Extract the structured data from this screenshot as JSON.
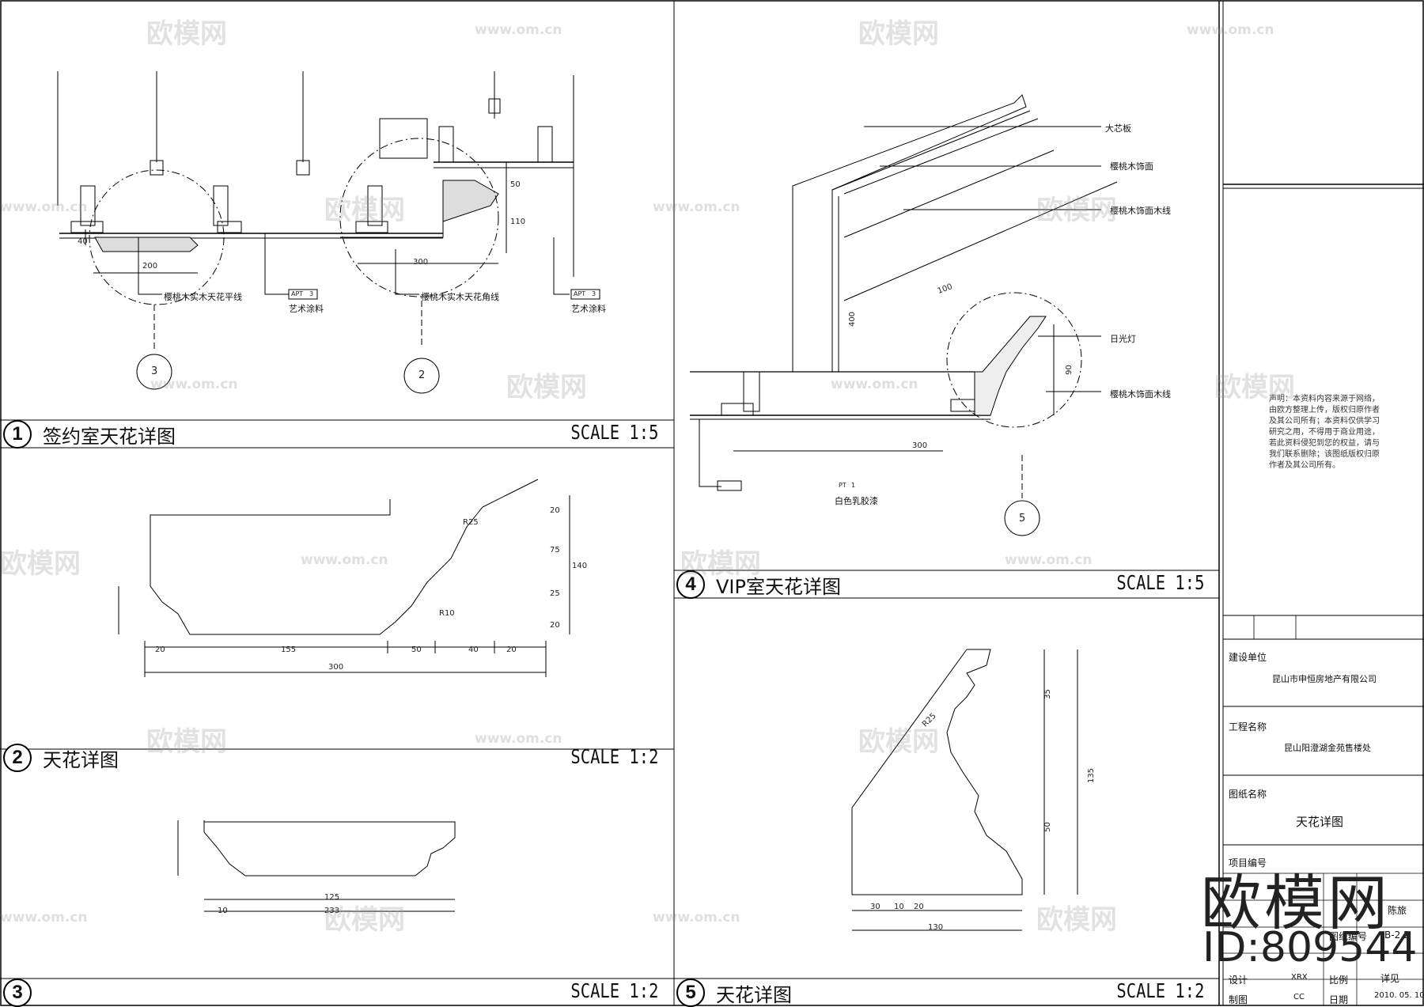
{
  "panels": {
    "p1": {
      "number": "1",
      "title": "签约室天花详图",
      "scale": "SCALE 1:5"
    },
    "p2": {
      "number": "2",
      "title": "天花详图",
      "scale": "SCALE 1:2"
    },
    "p3": {
      "number": "3",
      "title": "",
      "scale": "SCALE 1:2"
    },
    "p4": {
      "number": "4",
      "title": "VIP室天花详图",
      "scale": "SCALE 1:5"
    },
    "p5": {
      "number": "5",
      "title": "天花详图",
      "scale": "SCALE 1:2"
    }
  },
  "p1_labels": {
    "a": "樱桃木实木天花平线",
    "b": "艺术涂料",
    "c": "樱桃木实木天花角线",
    "d": "艺术涂料",
    "tag1": "APT",
    "tag1n": "3",
    "tag2": "APT",
    "tag2n": "3",
    "dim200": "200",
    "dim300": "300",
    "dim40": "40",
    "dim50": "50",
    "dim110": "110",
    "ref3": "3",
    "ref2": "2"
  },
  "p4_labels": {
    "a": "大芯板",
    "b": "樱桃木饰面",
    "c": "樱桃木饰面木线",
    "d": "日光灯",
    "e": "樱桃木饰面木线",
    "f": "白色乳胶漆",
    "tag": "PT",
    "tagn": "1",
    "dim300": "300",
    "dim400": "400",
    "dim100": "100",
    "dim90": "90",
    "ref5": "5"
  },
  "p2_dims": {
    "d20a": "20",
    "d155": "155",
    "d50": "50",
    "d40": "40",
    "d20b": "20",
    "d300": "300",
    "v20": "20",
    "v75": "75",
    "v25": "25",
    "v20b": "20",
    "v140": "140",
    "r10": "R10",
    "r25": "R25"
  },
  "p3_dims": {
    "d125": "125",
    "d233": "233",
    "d10": "10"
  },
  "p5_dims": {
    "d130": "130",
    "d30": "30",
    "d10": "10",
    "d20": "20",
    "v135": "135",
    "v35": "35",
    "v50": "50",
    "r25": "R25"
  },
  "titleblock": {
    "note": "声明：本资料内容来源于网络，由欧方整理上传，版权归原作者及其公司所有；本资料仅供学习研究之用，不得用于商业用途，若此资料侵犯到您的权益，请与我们联系删除；该图纸版权归原作者及其公司所有。",
    "client_label": "建设单位",
    "client_value": "昆山市申恒房地产有限公司",
    "project_label": "工程名称",
    "project_value": "昆山阳澄湖金苑售楼处",
    "drawing_label": "图纸名称",
    "drawing_value": "天花详图",
    "projno_label": "项目编号",
    "design_label": "设计",
    "design_value": "XRX",
    "draw_label": "制图",
    "draw_value": "CC",
    "scale_label": "比例",
    "scale_value": "详见",
    "date_label": "日期",
    "date_value": "2010. 05. 10",
    "sheet_label": "图纸编号",
    "sheet_value": "B-2.2",
    "check_label": "陈旅"
  },
  "watermark": {
    "logo": "欧模网",
    "url": "www.om.cn",
    "id": "ID:809544"
  }
}
